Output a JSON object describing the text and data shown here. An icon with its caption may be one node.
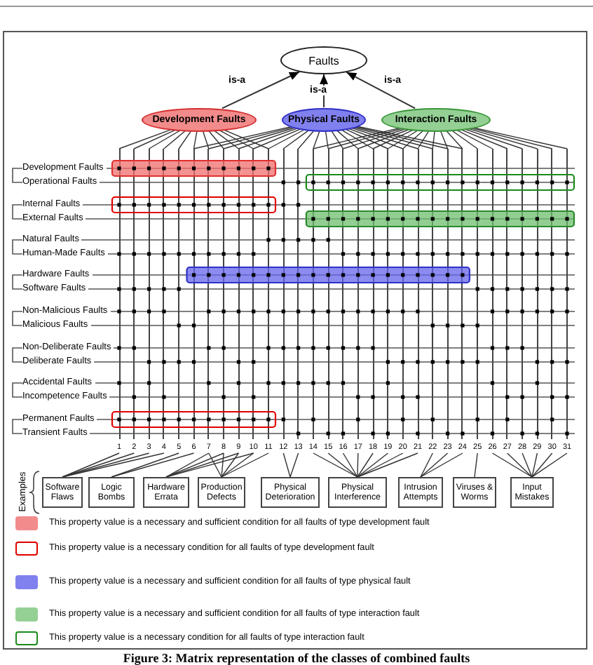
{
  "diagram": {
    "caption": "Figure 3: Matrix representation of the classes of combined faults",
    "nodes": [
      {
        "text": [
          "Faults"
        ]
      },
      {
        "text": [
          "Development Faults"
        ]
      },
      {
        "text": [
          "Physical Faults"
        ]
      },
      {
        "text": [
          "Interaction Faults"
        ]
      },
      {
        "text": [
          "1"
        ]
      },
      {
        "text": [
          "2"
        ]
      },
      {
        "text": [
          "3"
        ]
      },
      {
        "text": [
          "4"
        ]
      },
      {
        "text": [
          "5"
        ]
      },
      {
        "text": [
          "6"
        ]
      },
      {
        "text": [
          "7"
        ]
      },
      {
        "text": [
          "8"
        ]
      },
      {
        "text": [
          "9"
        ]
      },
      {
        "text": [
          "10"
        ]
      },
      {
        "text": [
          "11"
        ]
      },
      {
        "text": [
          "12"
        ]
      },
      {
        "text": [
          "13"
        ]
      },
      {
        "text": [
          "14"
        ]
      },
      {
        "text": [
          "15"
        ]
      },
      {
        "text": [
          "16"
        ]
      },
      {
        "text": [
          "17"
        ]
      },
      {
        "text": [
          "18"
        ]
      },
      {
        "text": [
          "19"
        ]
      },
      {
        "text": [
          "20"
        ]
      },
      {
        "text": [
          "21"
        ]
      },
      {
        "text": [
          "22"
        ]
      },
      {
        "text": [
          "23"
        ]
      },
      {
        "text": [
          "24"
        ]
      },
      {
        "text": [
          "25"
        ]
      },
      {
        "text": [
          "26"
        ]
      },
      {
        "text": [
          "27"
        ]
      },
      {
        "text": [
          "28"
        ]
      },
      {
        "text": [
          "29"
        ]
      },
      {
        "text": [
          "30"
        ]
      },
      {
        "text": [
          "31"
        ]
      },
      {
        "text": [
          "Software Flaws"
        ]
      },
      {
        "text": [
          "Logic Bombs"
        ]
      },
      {
        "text": [
          "Hardware Errata"
        ]
      },
      {
        "text": [
          "Production Defects"
        ]
      },
      {
        "text": [
          "Physical Deterioration"
        ]
      },
      {
        "text": [
          "Physical Interference"
        ]
      },
      {
        "text": [
          "Intrusion Attempts"
        ]
      },
      {
        "text": [
          "Viruses & Worms"
        ]
      },
      {
        "text": [
          "Input Mistakes"
        ]
      }
    ],
    "edges": [
      {
        "from": 1,
        "to": 0,
        "arrow": "to",
        "label": "is-a"
      },
      {
        "from": 2,
        "to": 0,
        "arrow": "to",
        "label": "is-a"
      },
      {
        "from": 3,
        "to": 0,
        "arrow": "to",
        "label": "is-a"
      },
      {
        "from": 1,
        "to": 4,
        "arrow": "none"
      },
      {
        "from": 1,
        "to": 5,
        "arrow": "none"
      },
      {
        "from": 1,
        "to": 6,
        "arrow": "none"
      },
      {
        "from": 1,
        "to": 7,
        "arrow": "none"
      },
      {
        "from": 1,
        "to": 8,
        "arrow": "none"
      },
      {
        "from": 1,
        "to": 9,
        "arrow": "none"
      },
      {
        "from": 1,
        "to": 10,
        "arrow": "none"
      },
      {
        "from": 1,
        "to": 11,
        "arrow": "none"
      },
      {
        "from": 1,
        "to": 12,
        "arrow": "none"
      },
      {
        "from": 1,
        "to": 13,
        "arrow": "none"
      },
      {
        "from": 1,
        "to": 14,
        "arrow": "none"
      },
      {
        "from": 2,
        "to": 9,
        "arrow": "none"
      },
      {
        "from": 2,
        "to": 10,
        "arrow": "none"
      },
      {
        "from": 2,
        "to": 11,
        "arrow": "none"
      },
      {
        "from": 2,
        "to": 12,
        "arrow": "none"
      },
      {
        "from": 2,
        "to": 13,
        "arrow": "none"
      },
      {
        "from": 2,
        "to": 14,
        "arrow": "none"
      },
      {
        "from": 2,
        "to": 15,
        "arrow": "none"
      },
      {
        "from": 2,
        "to": 16,
        "arrow": "none"
      },
      {
        "from": 2,
        "to": 17,
        "arrow": "none"
      },
      {
        "from": 2,
        "to": 18,
        "arrow": "none"
      },
      {
        "from": 2,
        "to": 19,
        "arrow": "none"
      },
      {
        "from": 2,
        "to": 20,
        "arrow": "none"
      },
      {
        "from": 2,
        "to": 21,
        "arrow": "none"
      },
      {
        "from": 2,
        "to": 22,
        "arrow": "none"
      },
      {
        "from": 2,
        "to": 23,
        "arrow": "none"
      },
      {
        "from": 2,
        "to": 24,
        "arrow": "none"
      },
      {
        "from": 2,
        "to": 25,
        "arrow": "none"
      },
      {
        "from": 2,
        "to": 26,
        "arrow": "none"
      },
      {
        "from": 2,
        "to": 27,
        "arrow": "none"
      },
      {
        "from": 3,
        "to": 17,
        "arrow": "none"
      },
      {
        "from": 3,
        "to": 18,
        "arrow": "none"
      },
      {
        "from": 3,
        "to": 19,
        "arrow": "none"
      },
      {
        "from": 3,
        "to": 20,
        "arrow": "none"
      },
      {
        "from": 3,
        "to": 21,
        "arrow": "none"
      },
      {
        "from": 3,
        "to": 22,
        "arrow": "none"
      },
      {
        "from": 3,
        "to": 23,
        "arrow": "none"
      },
      {
        "from": 3,
        "to": 24,
        "arrow": "none"
      },
      {
        "from": 3,
        "to": 25,
        "arrow": "none"
      },
      {
        "from": 3,
        "to": 26,
        "arrow": "none"
      },
      {
        "from": 3,
        "to": 27,
        "arrow": "none"
      },
      {
        "from": 3,
        "to": 28,
        "arrow": "none"
      },
      {
        "from": 3,
        "to": 29,
        "arrow": "none"
      },
      {
        "from": 3,
        "to": 30,
        "arrow": "none"
      },
      {
        "from": 3,
        "to": 31,
        "arrow": "none"
      },
      {
        "from": 3,
        "to": 32,
        "arrow": "none"
      },
      {
        "from": 3,
        "to": 33,
        "arrow": "none"
      },
      {
        "from": 3,
        "to": 34,
        "arrow": "none"
      },
      {
        "from": 4,
        "to": 35,
        "arrow": "none"
      },
      {
        "from": 5,
        "to": 35,
        "arrow": "none"
      },
      {
        "from": 6,
        "to": 35,
        "arrow": "none"
      },
      {
        "from": 7,
        "to": 35,
        "arrow": "none"
      },
      {
        "from": 8,
        "to": 36,
        "arrow": "none"
      },
      {
        "from": 9,
        "to": 36,
        "arrow": "none"
      },
      {
        "from": 10,
        "to": 37,
        "arrow": "none"
      },
      {
        "from": 11,
        "to": 37,
        "arrow": "none"
      },
      {
        "from": 12,
        "to": 37,
        "arrow": "none"
      },
      {
        "from": 13,
        "to": 37,
        "arrow": "none"
      },
      {
        "from": 10,
        "to": 38,
        "arrow": "none"
      },
      {
        "from": 11,
        "to": 38,
        "arrow": "none"
      },
      {
        "from": 12,
        "to": 38,
        "arrow": "none"
      },
      {
        "from": 13,
        "to": 38,
        "arrow": "none"
      },
      {
        "from": 14,
        "to": 38,
        "arrow": "none"
      },
      {
        "from": 15,
        "to": 39,
        "arrow": "none"
      },
      {
        "from": 16,
        "to": 39,
        "arrow": "none"
      },
      {
        "from": 17,
        "to": 40,
        "arrow": "none"
      },
      {
        "from": 18,
        "to": 40,
        "arrow": "none"
      },
      {
        "from": 19,
        "to": 40,
        "arrow": "none"
      },
      {
        "from": 20,
        "to": 40,
        "arrow": "none"
      },
      {
        "from": 21,
        "to": 40,
        "arrow": "none"
      },
      {
        "from": 22,
        "to": 40,
        "arrow": "none"
      },
      {
        "from": 23,
        "to": 40,
        "arrow": "none"
      },
      {
        "from": 24,
        "to": 40,
        "arrow": "none"
      },
      {
        "from": 25,
        "to": 41,
        "arrow": "none"
      },
      {
        "from": 26,
        "to": 41,
        "arrow": "none"
      },
      {
        "from": 27,
        "to": 41,
        "arrow": "none"
      },
      {
        "from": 28,
        "to": 42,
        "arrow": "none"
      },
      {
        "from": 29,
        "to": 43,
        "arrow": "none"
      },
      {
        "from": 30,
        "to": 43,
        "arrow": "none"
      },
      {
        "from": 31,
        "to": 43,
        "arrow": "none"
      },
      {
        "from": 32,
        "to": 43,
        "arrow": "none"
      },
      {
        "from": 33,
        "to": 43,
        "arrow": "none"
      },
      {
        "from": 34,
        "to": 43,
        "arrow": "none"
      }
    ],
    "labels": [
      "Development Faults",
      "Operational Faults",
      "Internal Faults",
      "External Faults",
      "Natural Faults",
      "Human-Made Faults",
      "Hardware Faults",
      "Software Faults",
      "Non-Malicious Faults",
      "Malicious Faults",
      "Non-Deliberate Faults",
      "Deliberate Faults",
      "Accidental Faults",
      "Incompetence Faults",
      "Permanent Faults",
      "Transient Faults",
      "Examples"
    ],
    "legend": [
      {
        "text": "This property value is a necessary and sufficient condition for all faults of type development fault",
        "color": "#f28b8b"
      },
      {
        "text": "This property value is a necessary condition for all faults of type development fault"
      },
      {
        "text": "This property value is a necessary and sufficient condition for all faults of type physical fault",
        "color": "#8080ee"
      },
      {
        "text": "This property value is a necessary and sufficient condition for all faults of type interaction fault",
        "color": "#94d094"
      },
      {
        "text": "This property value is a necessary condition for all faults of type interaction fault"
      }
    ]
  }
}
